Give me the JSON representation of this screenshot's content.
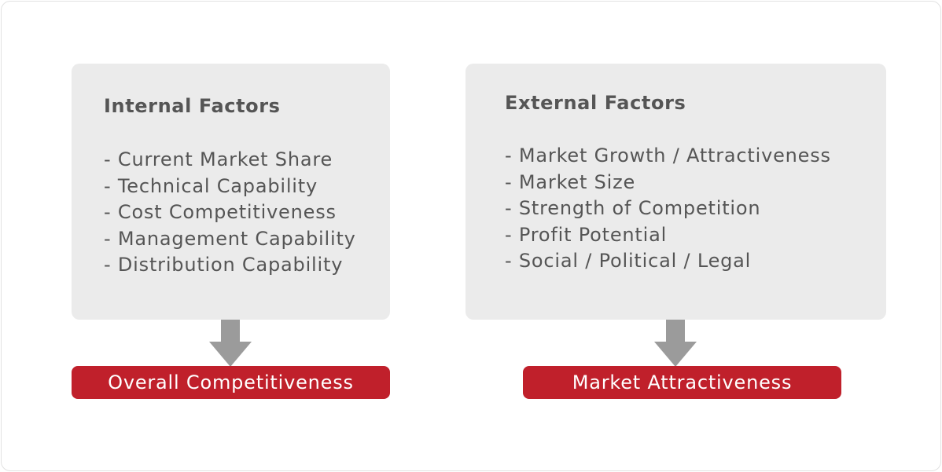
{
  "internal": {
    "title": "Internal Factors",
    "items": [
      "- Current Market Share",
      "- Technical Capability",
      "- Cost Competitiveness",
      "- Management Capability",
      "- Distribution Capability"
    ],
    "result": "Overall Competitiveness"
  },
  "external": {
    "title": "External Factors",
    "items": [
      "- Market Growth / Attractiveness",
      "- Market Size",
      "- Strength of Competition",
      "- Profit Potential",
      "- Social / Political / Legal"
    ],
    "result": "Market Attractiveness"
  },
  "colors": {
    "box_bg": "#ebebeb",
    "text": "#555555",
    "arrow": "#9b9b9b",
    "accent": "#c0202b"
  }
}
